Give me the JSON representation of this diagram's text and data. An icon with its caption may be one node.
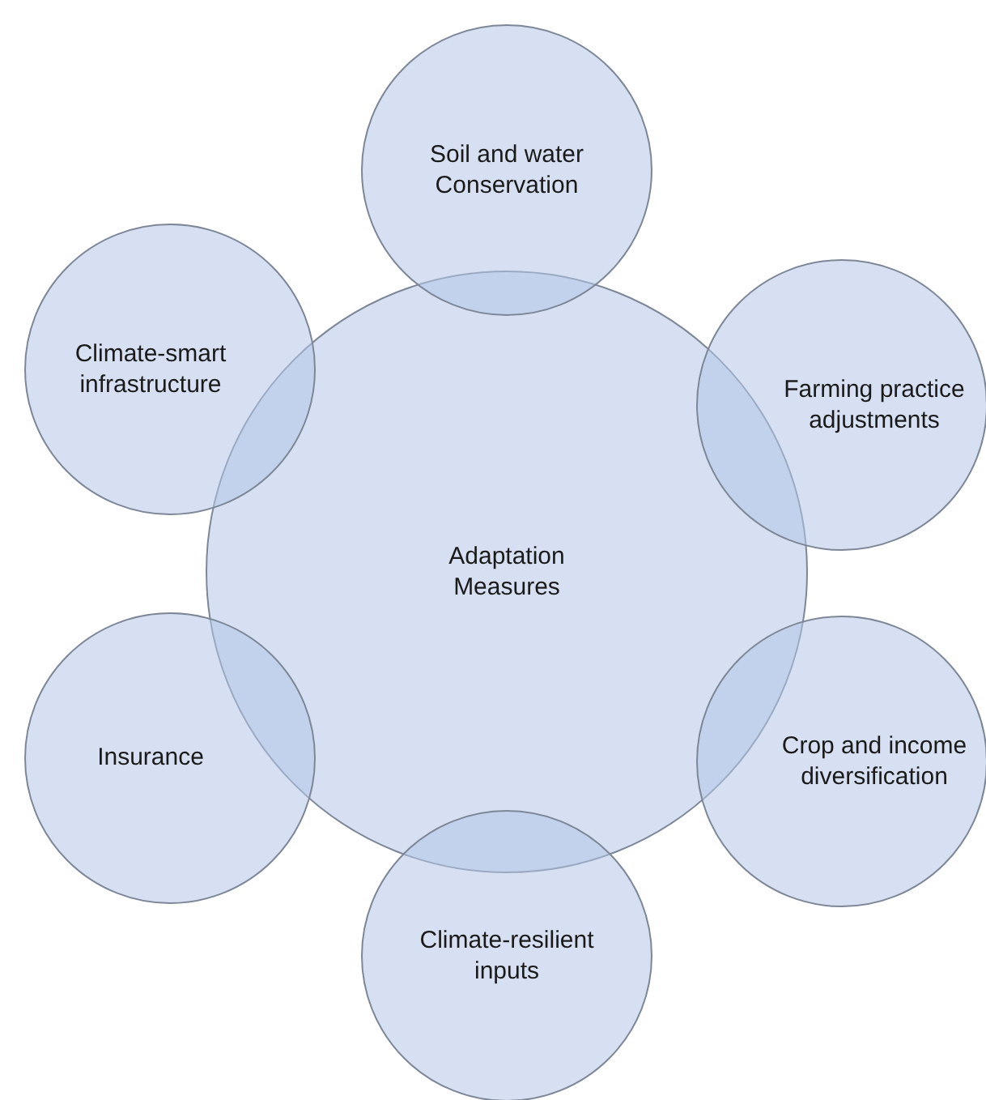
{
  "diagram": {
    "nodes": [
      {
        "text": [
          "Adaptation Measures"
        ]
      },
      {
        "text": [
          "Soil and water Conservation"
        ]
      },
      {
        "text": [
          "Farming practice adjustments"
        ]
      },
      {
        "text": [
          "Crop and income diversification"
        ]
      },
      {
        "text": [
          "Climate-resilient inputs"
        ]
      },
      {
        "text": [
          "Insurance"
        ]
      },
      {
        "text": [
          "Climate-smart infrastructure"
        ]
      }
    ]
  }
}
